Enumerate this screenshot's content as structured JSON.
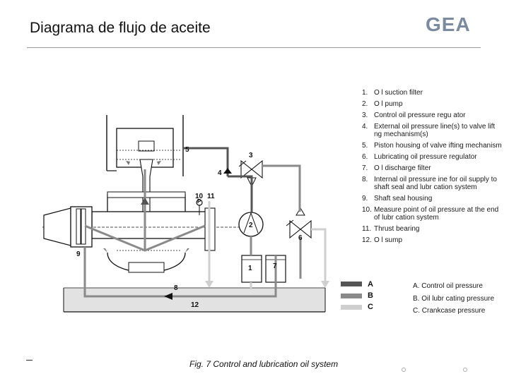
{
  "slide": {
    "title": "Diagrama de flujo de aceite",
    "logo_text": "GEA",
    "caption": "Fig. 7  Control and lubrication oil system"
  },
  "legend": {
    "items": [
      {
        "num": "1.",
        "text": "O l suction filter"
      },
      {
        "num": "2.",
        "text": "O l pump"
      },
      {
        "num": "3.",
        "text": "Control oil pressure regu ator"
      },
      {
        "num": "4.",
        "text": "External oil pressure line(s) to valve lift ng mechanism(s)"
      },
      {
        "num": "5.",
        "text": "Piston housing of valve  ifting mechanism"
      },
      {
        "num": "6.",
        "text": "Lubricating oil pressure regulator"
      },
      {
        "num": "7.",
        "text": "O l discharge filter"
      },
      {
        "num": "8.",
        "text": "Internal oil pressure  ine for oil supply to shaft seal and lubr cation system"
      },
      {
        "num": "9.",
        "text": "Shaft seal housing"
      },
      {
        "num": "10.",
        "text": "Measure point of oil pressure at the end of lubr cation system"
      },
      {
        "num": "11.",
        "text": "Thrust bearing"
      },
      {
        "num": "12.",
        "text": "O l sump"
      }
    ],
    "keys": [
      {
        "letter": "A",
        "text": "A. Control oil pressure",
        "color": "#555555"
      },
      {
        "letter": "B",
        "text": "B. Oil lubr cating pressure",
        "color": "#8a8a8a"
      },
      {
        "letter": "C",
        "text": "C. Crankcase pressure",
        "color": "#cfcfcf"
      }
    ]
  },
  "diagram_labels": {
    "l1": "1",
    "l2": "2",
    "l3": "3",
    "l4": "4",
    "l5": "5",
    "l6": "6",
    "l7": "7",
    "l8": "8",
    "l9": "9",
    "l10": "10",
    "l11": "11",
    "l12": "12",
    "lp": "P"
  },
  "colors": {
    "control": "#555555",
    "lubrication": "#8a8a8a",
    "crankcase": "#cfcfcf",
    "sump": "#e2e2e2",
    "line": "#111111",
    "logo": "#7a8aa0"
  }
}
